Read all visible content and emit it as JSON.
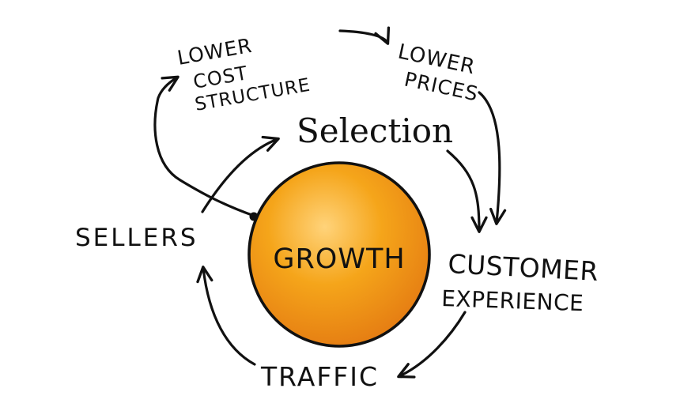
{
  "diagram": {
    "nodes": {
      "center": "GROWTH",
      "selection": "Selection",
      "customer_experience": [
        "CUSTOMER",
        "EXPERIENCE"
      ],
      "traffic": "TRAFFIC",
      "sellers": "SELLERS",
      "lower_cost_structure": [
        "LOWER",
        "COST",
        "STRUCTURE"
      ],
      "lower_prices": [
        "LOWER",
        "PRICES"
      ]
    },
    "colors": {
      "ink": "#111111",
      "circle_fill": "#f5a51a",
      "circle_highlight": "#ffd37a",
      "circle_shadow": "#e47a12",
      "background": "#ffffff"
    }
  }
}
